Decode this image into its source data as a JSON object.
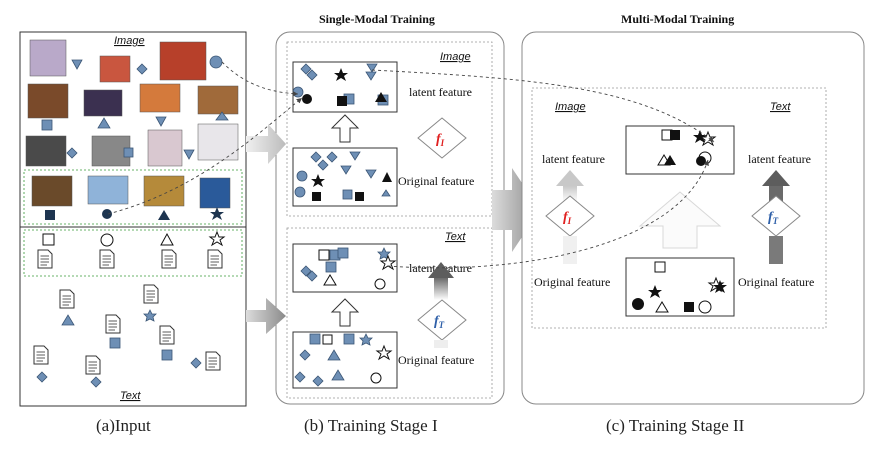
{
  "captions": {
    "input": "(a)Input",
    "stage1": "(b) Training Stage I",
    "stage2": "(c) Training Stage II"
  },
  "titles": {
    "single_modal": "Single-Modal Training",
    "multi_modal": "Multi-Modal Training"
  },
  "input_panel": {
    "image_label": "Image",
    "text_label": "Text"
  },
  "stage1": {
    "image_label": "Image",
    "text_label": "Text",
    "image_latent": "latent feature",
    "image_original": "Original feature",
    "text_latent": "latent feature",
    "text_original": "Original feature",
    "f_image": "f",
    "f_image_sub": "I",
    "f_text": "f",
    "f_text_sub": "T"
  },
  "stage2": {
    "image_label": "Image",
    "text_label": "Text",
    "latent_left": "latent feature",
    "latent_right": "latent feature",
    "original_left": "Original feature",
    "original_right": "Original feature",
    "f_image": "f",
    "f_image_sub": "I",
    "f_text": "f",
    "f_text_sub": "T"
  },
  "colors": {
    "shape_blue": "#6e8fb5",
    "image_function": "#e02020",
    "text_function": "#2e5fa8",
    "arrow_gray": "#9a9a9a",
    "arrow_dark": "#6d6d6d"
  },
  "icons": [
    "photo-thumbnail-icon",
    "document-icon",
    "square-icon",
    "circle-icon",
    "triangle-icon",
    "star-icon",
    "diamond-icon"
  ]
}
